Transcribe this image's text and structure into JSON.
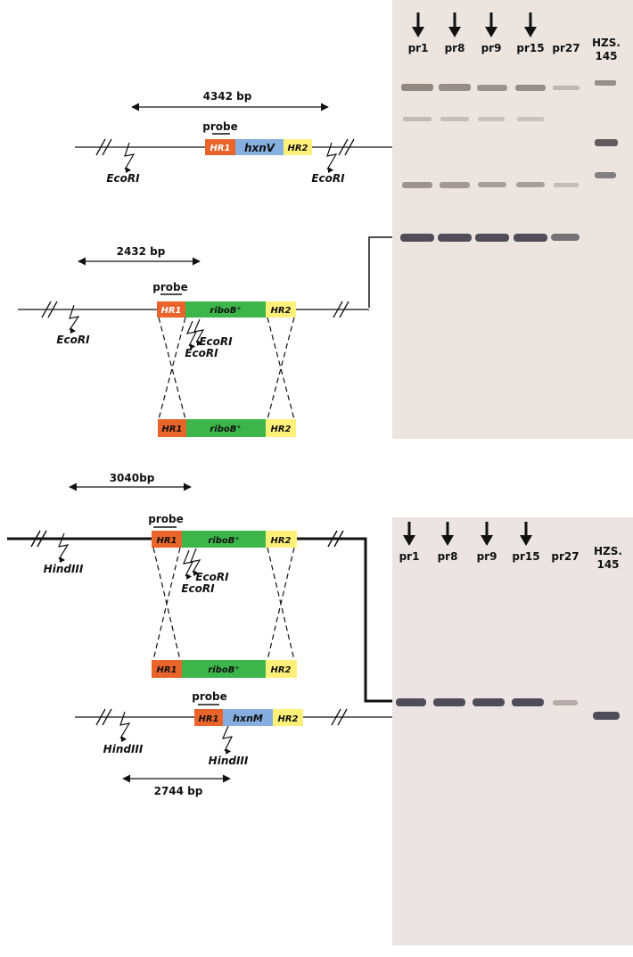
{
  "colors": {
    "hr1": "#e8642a",
    "hr2": "#fff07a",
    "ribo": "#3cb64a",
    "hxn": "#86aede",
    "gel": "#ede6e2",
    "band": "#4a4858"
  },
  "top_construct": {
    "size_label": "4342 bp",
    "probe_label": "probe",
    "hr1_label": "HR1",
    "gene_label": "hxnV",
    "hr2_label": "HR2",
    "site_left": "EcoRI",
    "site_right": "EcoRI"
  },
  "second_construct": {
    "size_label": "2432 bp",
    "probe_label": "probe",
    "hr1_label": "HR1",
    "gene_label": "riboB⁺",
    "hr2_label": "HR2",
    "site_left": "EcoRI",
    "site_inner_1": "EcoRI",
    "site_inner_2": "EcoRI",
    "insert_hr1": "HR1",
    "insert_gene": "riboB⁺",
    "insert_hr2": "HR2"
  },
  "third_construct": {
    "size_label": "3040bp",
    "probe_label": "probe",
    "hr1_label": "HR1",
    "gene_label": "riboB⁺",
    "hr2_label": "HR2",
    "site_left": "HindIII",
    "site_inner_1": "EcoRI",
    "site_inner_2": "EcoRI",
    "insert_hr1": "HR1",
    "insert_gene": "riboB⁺",
    "insert_hr2": "HR2"
  },
  "fourth_construct": {
    "size_label": "2744 bp",
    "probe_label": "probe",
    "hr1_label": "HR1",
    "gene_label": "hxnM",
    "hr2_label": "HR2",
    "site_left": "HindIII",
    "site_inner": "HindIII"
  },
  "gel_top": {
    "lanes": [
      {
        "line1": "pr1",
        "line2": ""
      },
      {
        "line1": "pr8",
        "line2": ""
      },
      {
        "line1": "pr9",
        "line2": ""
      },
      {
        "line1": "pr15",
        "line2": ""
      },
      {
        "line1": "pr27",
        "line2": ""
      },
      {
        "line1": "HZS.",
        "line2": "145"
      }
    ]
  },
  "gel_bottom": {
    "lanes": [
      {
        "line1": "pr1",
        "line2": ""
      },
      {
        "line1": "pr8",
        "line2": ""
      },
      {
        "line1": "pr9",
        "line2": ""
      },
      {
        "line1": "pr15",
        "line2": ""
      },
      {
        "line1": "pr27",
        "line2": ""
      },
      {
        "line1": "HZS.",
        "line2": "145"
      }
    ]
  }
}
